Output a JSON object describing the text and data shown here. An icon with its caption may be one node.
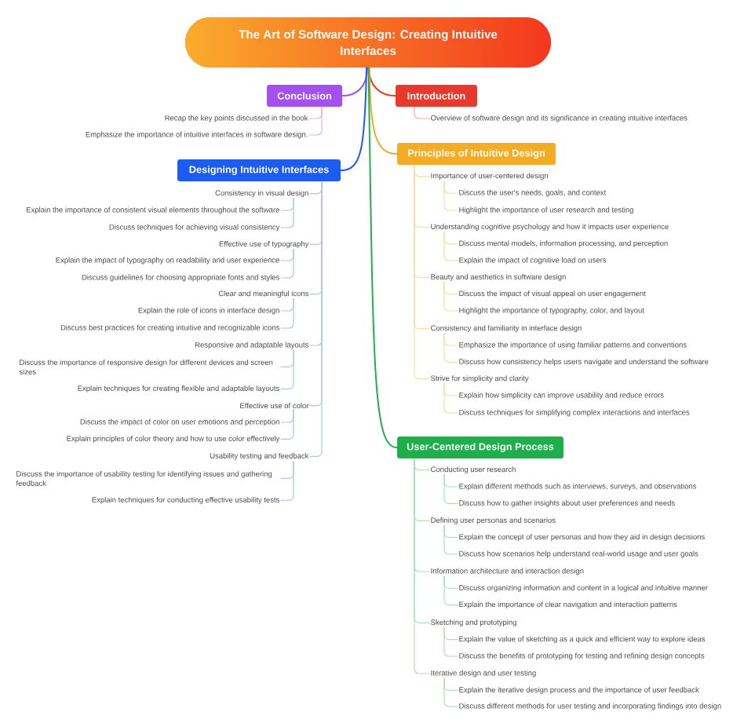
{
  "diagram": {
    "nodes": [
      {
        "text": [
          "The Art of Software Design: Creating Intuitive Interfaces"
        ]
      },
      {
        "text": [
          "Conclusion"
        ]
      },
      {
        "text": [
          "Recap the key points discussed in the book"
        ]
      },
      {
        "text": [
          "Emphasize the importance of intuitive interfaces in software design."
        ]
      },
      {
        "text": [
          "Introduction"
        ]
      },
      {
        "text": [
          "Overview of software design and its significance in creating intuitive interfaces"
        ]
      },
      {
        "text": [
          "Designing Intuitive Interfaces"
        ]
      },
      {
        "text": [
          "Consistency in visual design"
        ]
      },
      {
        "text": [
          "Explain the importance of consistent visual elements throughout the software"
        ]
      },
      {
        "text": [
          "Discuss techniques for achieving visual consistency"
        ]
      },
      {
        "text": [
          "Effective use of typography"
        ]
      },
      {
        "text": [
          "Explain the impact of typography on readability and user experience"
        ]
      },
      {
        "text": [
          "Discuss guidelines for choosing appropriate fonts and styles"
        ]
      },
      {
        "text": [
          "Clear and meaningful icons"
        ]
      },
      {
        "text": [
          "Explain the role of icons in interface design"
        ]
      },
      {
        "text": [
          "Discuss best practices for creating intuitive and recognizable icons"
        ]
      },
      {
        "text": [
          "Responsive and adaptable layouts"
        ]
      },
      {
        "text": [
          "Discuss the importance of responsive design for different devices and screen sizes"
        ]
      },
      {
        "text": [
          "Explain techniques for creating flexible and adaptable layouts"
        ]
      },
      {
        "text": [
          "Effective use of color"
        ]
      },
      {
        "text": [
          "Discuss the impact of color on user emotions and perception"
        ]
      },
      {
        "text": [
          "Explain principles of color theory and how to use color effectively"
        ]
      },
      {
        "text": [
          "Usability testing and feedback"
        ]
      },
      {
        "text": [
          "Discuss the importance of usability testing for identifying issues and gathering feedback"
        ]
      },
      {
        "text": [
          "Explain techniques for conducting effective usability tests"
        ]
      },
      {
        "text": [
          "Principles of Intuitive Design"
        ]
      },
      {
        "text": [
          "Importance of user-centered design"
        ]
      },
      {
        "text": [
          "Discuss the user's needs, goals, and context"
        ]
      },
      {
        "text": [
          "Highlight the importance of user research and testing"
        ]
      },
      {
        "text": [
          "Understanding cognitive psychology and how it impacts user experience"
        ]
      },
      {
        "text": [
          "Discuss mental models, information processing, and perception"
        ]
      },
      {
        "text": [
          "Explain the impact of cognitive load on users"
        ]
      },
      {
        "text": [
          "Beauty and aesthetics in software design"
        ]
      },
      {
        "text": [
          "Discuss the impact of visual appeal on user engagement"
        ]
      },
      {
        "text": [
          "Highlight the importance of typography, color, and layout"
        ]
      },
      {
        "text": [
          "Consistency and familiarity in interface design"
        ]
      },
      {
        "text": [
          "Emphasize the importance of using familiar patterns and conventions"
        ]
      },
      {
        "text": [
          "Discuss how consistency helps users navigate and understand the software"
        ]
      },
      {
        "text": [
          "Strive for simplicity and clarity"
        ]
      },
      {
        "text": [
          "Explain how simplicity can improve usability and reduce errors"
        ]
      },
      {
        "text": [
          "Discuss techniques for simplifying complex interactions and interfaces"
        ]
      },
      {
        "text": [
          "User-Centered Design Process"
        ]
      },
      {
        "text": [
          "Conducting user research"
        ]
      },
      {
        "text": [
          "Explain different methods such as interviews, surveys, and observations"
        ]
      },
      {
        "text": [
          "Discuss how to gather insights about user preferences and needs"
        ]
      },
      {
        "text": [
          "Defining user personas and scenarios"
        ]
      },
      {
        "text": [
          "Explain the concept of user personas and how they aid in design decisions"
        ]
      },
      {
        "text": [
          "Discuss how scenarios help understand real-world usage and user goals"
        ]
      },
      {
        "text": [
          "Information architecture and interaction design"
        ]
      },
      {
        "text": [
          "Discuss organizing information and content in a logical and intuitive manner"
        ]
      },
      {
        "text": [
          "Explain the importance of clear navigation and interaction patterns"
        ]
      },
      {
        "text": [
          "Sketching and prototyping"
        ]
      },
      {
        "text": [
          "Explain the value of sketching as a quick and efficient way to explore ideas"
        ]
      },
      {
        "text": [
          "Discuss the benefits of prototyping for testing and refining design concepts"
        ]
      },
      {
        "text": [
          "Iterative design and user testing"
        ]
      },
      {
        "text": [
          "Explain the iterative design process and the importance of user feedback"
        ]
      },
      {
        "text": [
          "Discuss different methods for user testing and incorporating findings into design"
        ]
      }
    ],
    "edges": [
      {
        "from": 0,
        "to": 1,
        "arrow": "none",
        "color": "#a64be6"
      },
      {
        "from": 1,
        "to": 2,
        "arrow": "none",
        "color": "#dcb4f3"
      },
      {
        "from": 1,
        "to": 3,
        "arrow": "none",
        "color": "#dcb4f3"
      },
      {
        "from": 0,
        "to": 4,
        "arrow": "none",
        "color": "#e53a2e"
      },
      {
        "from": 4,
        "to": 5,
        "arrow": "none",
        "color": "#f2aaa3"
      },
      {
        "from": 0,
        "to": 6,
        "arrow": "none",
        "color": "#1f5bef"
      },
      {
        "from": 6,
        "to": 7,
        "arrow": "none",
        "color": "#afc3f4"
      },
      {
        "from": 7,
        "to": 8,
        "arrow": "none",
        "color": "#afc3f4"
      },
      {
        "from": 7,
        "to": 9,
        "arrow": "none",
        "color": "#afc3f4"
      },
      {
        "from": 6,
        "to": 10,
        "arrow": "none",
        "color": "#afc3f4"
      },
      {
        "from": 10,
        "to": 11,
        "arrow": "none",
        "color": "#afc3f4"
      },
      {
        "from": 10,
        "to": 12,
        "arrow": "none",
        "color": "#afc3f4"
      },
      {
        "from": 6,
        "to": 13,
        "arrow": "none",
        "color": "#afc3f4"
      },
      {
        "from": 13,
        "to": 14,
        "arrow": "none",
        "color": "#afc3f4"
      },
      {
        "from": 13,
        "to": 15,
        "arrow": "none",
        "color": "#afc3f4"
      },
      {
        "from": 6,
        "to": 16,
        "arrow": "none",
        "color": "#afc3f4"
      },
      {
        "from": 16,
        "to": 17,
        "arrow": "none",
        "color": "#afc3f4"
      },
      {
        "from": 16,
        "to": 18,
        "arrow": "none",
        "color": "#afc3f4"
      },
      {
        "from": 6,
        "to": 19,
        "arrow": "none",
        "color": "#afc3f4"
      },
      {
        "from": 19,
        "to": 20,
        "arrow": "none",
        "color": "#afc3f4"
      },
      {
        "from": 19,
        "to": 21,
        "arrow": "none",
        "color": "#afc3f4"
      },
      {
        "from": 6,
        "to": 22,
        "arrow": "none",
        "color": "#afc3f4"
      },
      {
        "from": 22,
        "to": 23,
        "arrow": "none",
        "color": "#afc3f4"
      },
      {
        "from": 22,
        "to": 24,
        "arrow": "none",
        "color": "#afc3f4"
      },
      {
        "from": 0,
        "to": 25,
        "arrow": "none",
        "color": "#f3a829"
      },
      {
        "from": 25,
        "to": 26,
        "arrow": "none",
        "color": "#f7dca6"
      },
      {
        "from": 26,
        "to": 27,
        "arrow": "none",
        "color": "#f7dca6"
      },
      {
        "from": 26,
        "to": 28,
        "arrow": "none",
        "color": "#f7dca6"
      },
      {
        "from": 25,
        "to": 29,
        "arrow": "none",
        "color": "#f7dca6"
      },
      {
        "from": 29,
        "to": 30,
        "arrow": "none",
        "color": "#f7dca6"
      },
      {
        "from": 29,
        "to": 31,
        "arrow": "none",
        "color": "#f7dca6"
      },
      {
        "from": 25,
        "to": 32,
        "arrow": "none",
        "color": "#f7dca6"
      },
      {
        "from": 32,
        "to": 33,
        "arrow": "none",
        "color": "#f7dca6"
      },
      {
        "from": 32,
        "to": 34,
        "arrow": "none",
        "color": "#f7dca6"
      },
      {
        "from": 25,
        "to": 35,
        "arrow": "none",
        "color": "#f7dca6"
      },
      {
        "from": 35,
        "to": 36,
        "arrow": "none",
        "color": "#f7dca6"
      },
      {
        "from": 35,
        "to": 37,
        "arrow": "none",
        "color": "#f7dca6"
      },
      {
        "from": 25,
        "to": 38,
        "arrow": "none",
        "color": "#f7dca6"
      },
      {
        "from": 38,
        "to": 39,
        "arrow": "none",
        "color": "#f7dca6"
      },
      {
        "from": 38,
        "to": 40,
        "arrow": "none",
        "color": "#f7dca6"
      },
      {
        "from": 0,
        "to": 41,
        "arrow": "none",
        "color": "#22ae4f"
      },
      {
        "from": 41,
        "to": 42,
        "arrow": "none",
        "color": "#addfba"
      },
      {
        "from": 42,
        "to": 43,
        "arrow": "none",
        "color": "#addfba"
      },
      {
        "from": 42,
        "to": 44,
        "arrow": "none",
        "color": "#addfba"
      },
      {
        "from": 41,
        "to": 45,
        "arrow": "none",
        "color": "#addfba"
      },
      {
        "from": 45,
        "to": 46,
        "arrow": "none",
        "color": "#addfba"
      },
      {
        "from": 45,
        "to": 47,
        "arrow": "none",
        "color": "#addfba"
      },
      {
        "from": 41,
        "to": 48,
        "arrow": "none",
        "color": "#addfba"
      },
      {
        "from": 48,
        "to": 49,
        "arrow": "none",
        "color": "#addfba"
      },
      {
        "from": 48,
        "to": 50,
        "arrow": "none",
        "color": "#addfba"
      },
      {
        "from": 41,
        "to": 51,
        "arrow": "none",
        "color": "#addfba"
      },
      {
        "from": 51,
        "to": 52,
        "arrow": "none",
        "color": "#addfba"
      },
      {
        "from": 51,
        "to": 53,
        "arrow": "none",
        "color": "#addfba"
      },
      {
        "from": 41,
        "to": 54,
        "arrow": "none",
        "color": "#addfba"
      },
      {
        "from": 54,
        "to": 55,
        "arrow": "none",
        "color": "#addfba"
      },
      {
        "from": 54,
        "to": 56,
        "arrow": "none",
        "color": "#addfba"
      }
    ]
  }
}
